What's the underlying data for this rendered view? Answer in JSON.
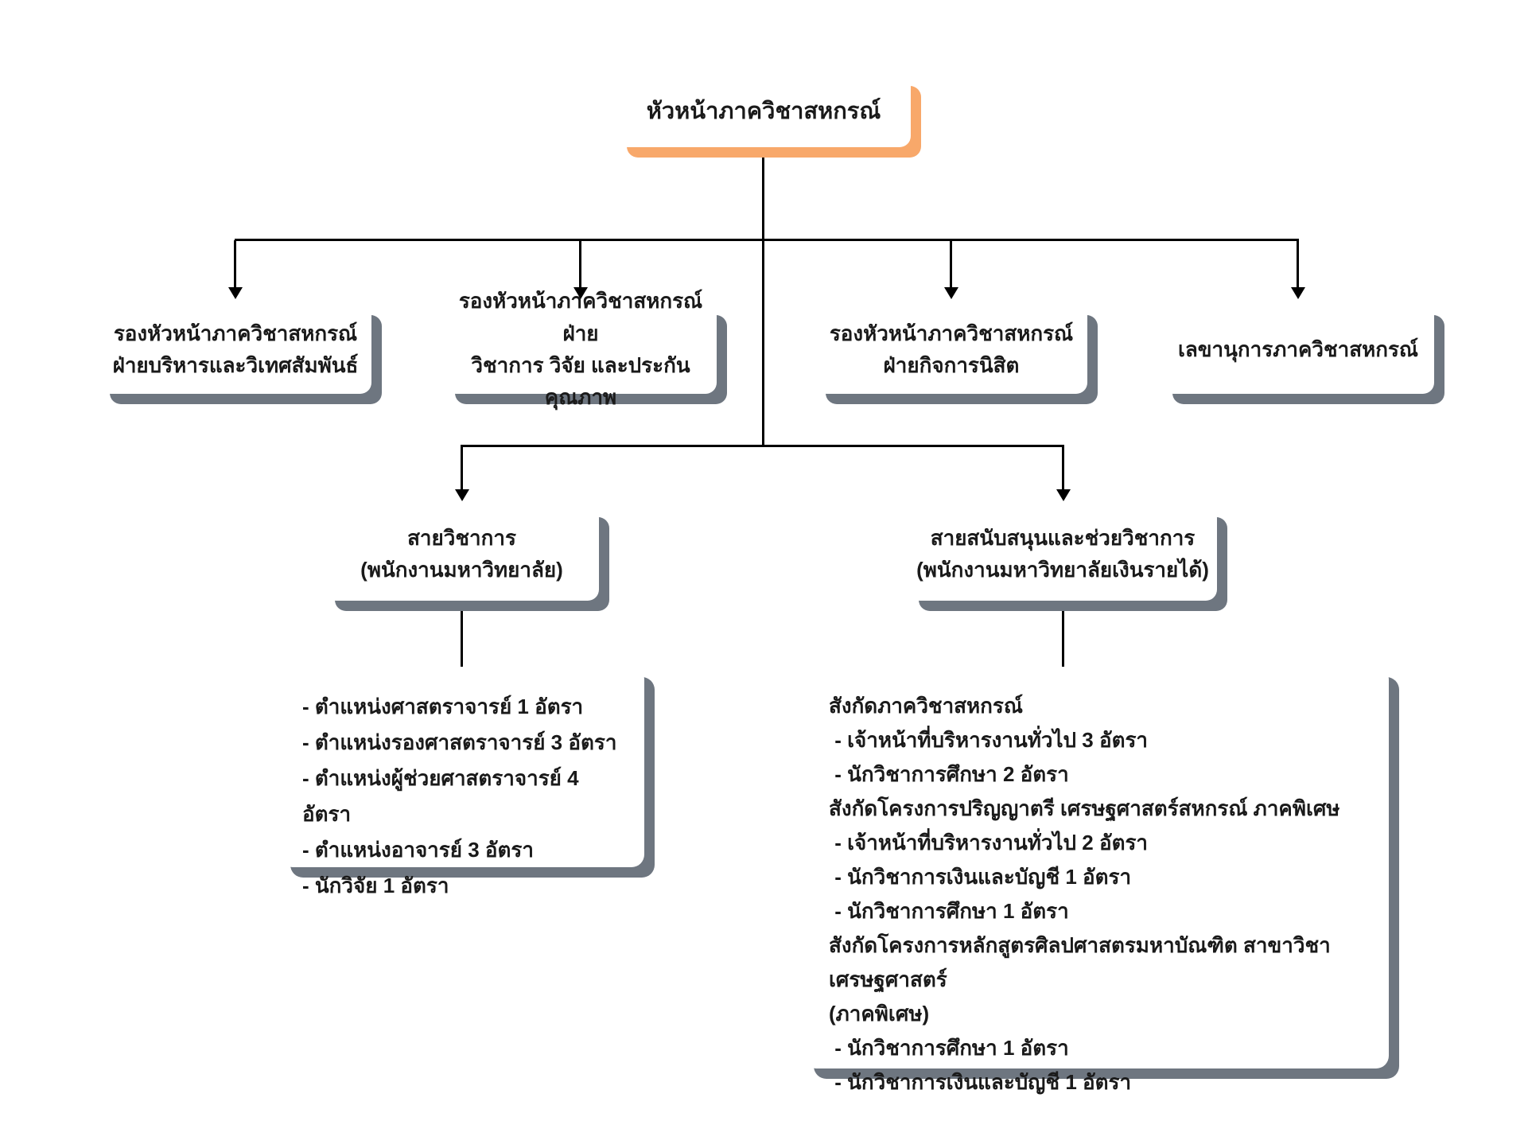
{
  "palette": {
    "accent_orange": "#F8A86A",
    "shadow_gray": "#6E7680",
    "line_color": "#000000",
    "box_fill": "#FFFFFF",
    "text_color": "#1A1A1A"
  },
  "org": {
    "root": {
      "label": "หัวหน้าภาควิชาสหกรณ์"
    },
    "level2": [
      {
        "lines": [
          "รองหัวหน้าภาควิชาสหกรณ์",
          "ฝ่ายบริหารและวิเทศสัมพันธ์"
        ]
      },
      {
        "lines": [
          "รองหัวหน้าภาควิชาสหกรณ์ฝ่าย",
          "วิชาการ วิจัย และประกันคุณภาพ"
        ]
      },
      {
        "lines": [
          "รองหัวหน้าภาควิชาสหกรณ์",
          "ฝ่ายกิจการนิสิต"
        ]
      },
      {
        "lines": [
          "เลขานุการภาควิชาสหกรณ์"
        ]
      }
    ],
    "level3": [
      {
        "lines": [
          "สายวิชาการ",
          "(พนักงานมหาวิทยาลัย)"
        ]
      },
      {
        "lines": [
          "สายสนับสนุนและช่วยวิชาการ",
          "(พนักงานมหาวิทยาลัยเงินรายได้)"
        ]
      }
    ],
    "academic_positions": {
      "lines": [
        "- ตำแหน่งศาสตราจารย์ 1 อัตรา",
        "- ตำแหน่งรองศาสตราจารย์ 3 อัตรา",
        "- ตำแหน่งผู้ช่วยศาสตราจารย์ 4 อัตรา",
        "- ตำแหน่งอาจารย์ 3 อัตรา",
        "- นักวิจัย 1 อัตรา"
      ]
    },
    "support_positions": {
      "lines": [
        "สังกัดภาควิชาสหกรณ์",
        " - เจ้าหน้าที่บริหารงานทั่วไป 3 อัตรา",
        " - นักวิชาการศึกษา 2 อัตรา",
        "สังกัดโครงการปริญญาตรี เศรษฐศาสตร์สหกรณ์ ภาคพิเศษ",
        " - เจ้าหน้าที่บริหารงานทั่วไป 2 อัตรา",
        " - นักวิชาการเงินและบัญชี 1 อัตรา",
        " - นักวิชาการศึกษา 1 อัตรา",
        "สังกัดโครงการหลักสูตรศิลปศาสตรมหาบัณฑิต สาขาวิชาเศรษฐศาสตร์",
        "(ภาคพิเศษ)",
        " - นักวิชาการศึกษา 1 อัตรา",
        " - นักวิชาการเงินและบัญชี 1 อัตรา"
      ]
    }
  }
}
